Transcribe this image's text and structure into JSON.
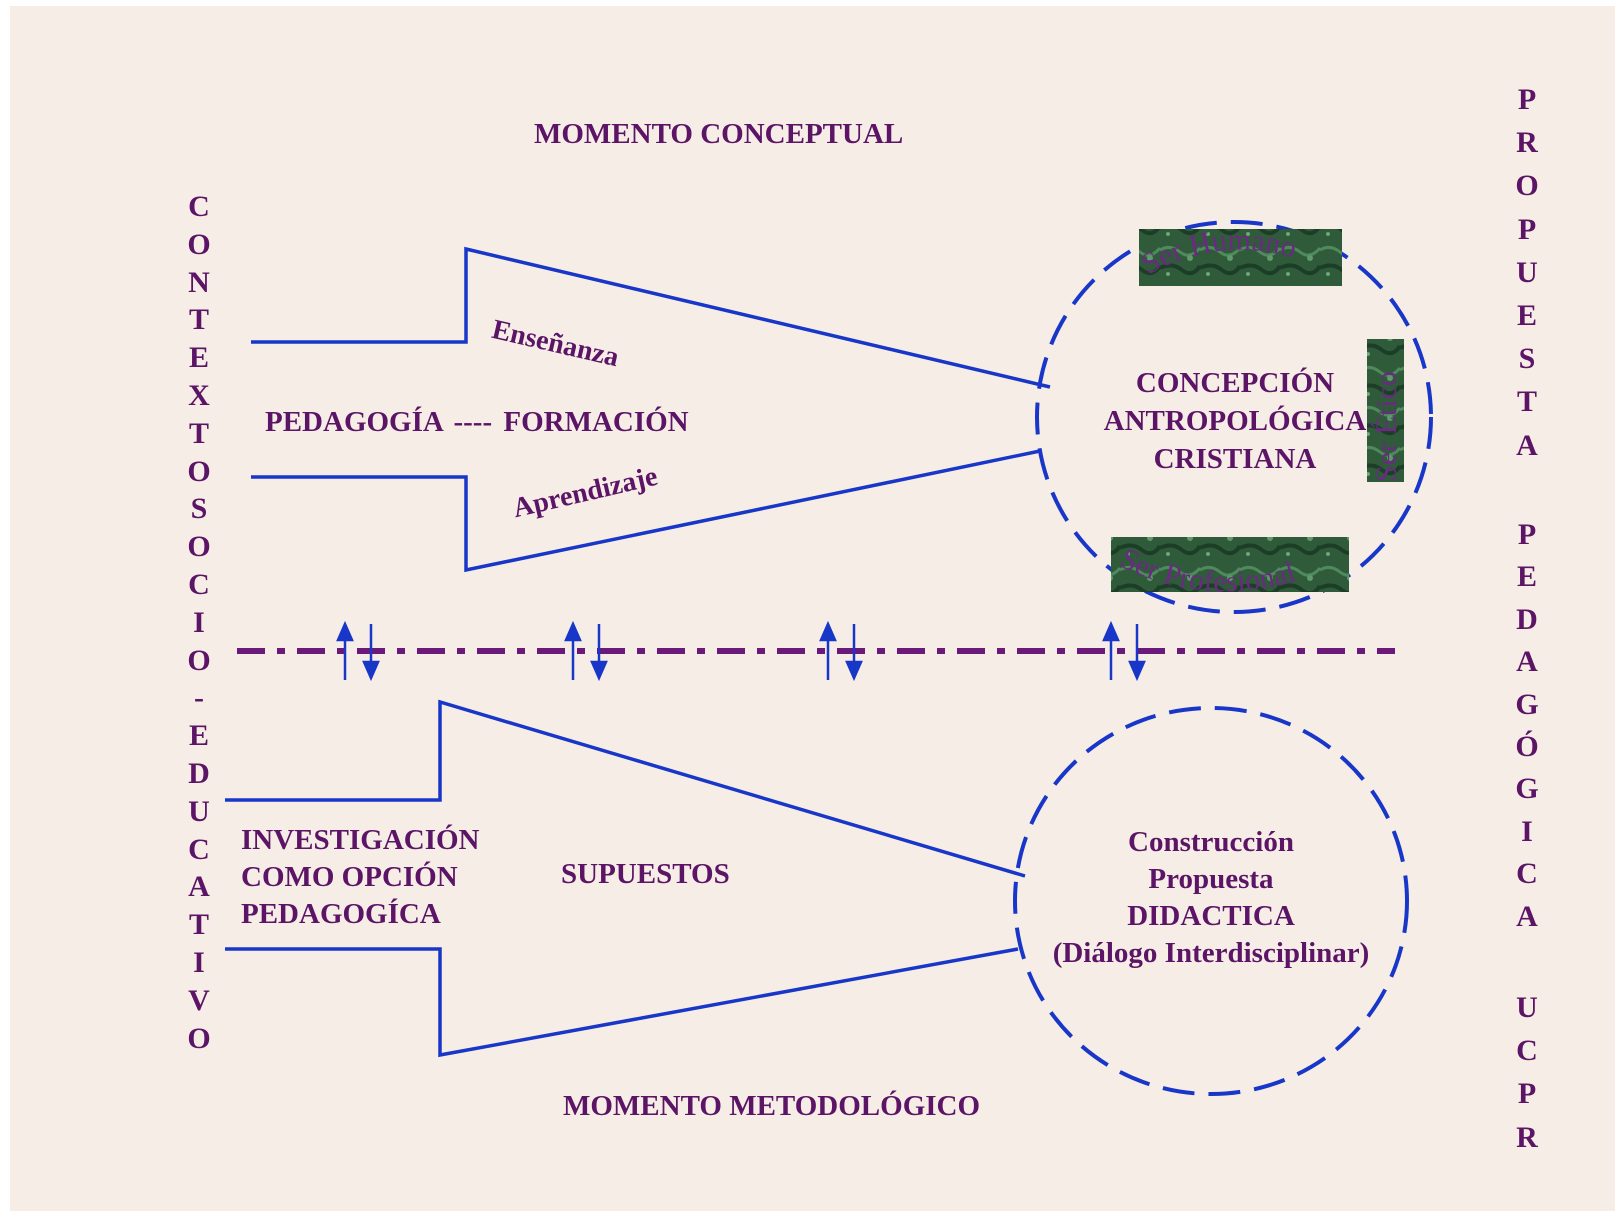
{
  "diagram": {
    "top_title": "MOMENTO CONCEPTUAL",
    "bottom_title": "MOMENTO METODOLÓGICO",
    "left_vertical": "CONTEXTOSOCIO-EDUCATIVO",
    "right_vertical_1": "PROPUESTA",
    "right_vertical_2": "PEDAGÓGICA",
    "right_vertical_3": "UCPR",
    "upper_arrow": {
      "center_label": "PEDAGOGÍA ---- FORMACIÓN",
      "upper_edge_label": "Enseñanza",
      "lower_edge_label": "Aprendizaje"
    },
    "upper_circle": {
      "line1": "CONCEPCIÓN",
      "line2": "ANTROPOLÓGICA",
      "line3": "CRISTIANA",
      "tile_top": "Ser Humano",
      "tile_right": "Ser Ético",
      "tile_bottom": "Ser Profesional"
    },
    "lower_arrow": {
      "left_line1": "INVESTIGACIÓN",
      "left_line2": "COMO OPCIÓN",
      "left_line3": "PEDAGOGÍCA",
      "center_label": "SUPUESTOS"
    },
    "lower_circle": {
      "line1": "Construcción",
      "line2": "Propuesta",
      "line3": "DIDACTICA",
      "line4": "(Diálogo Interdisciplinar)"
    },
    "colors": {
      "background": "#f6eee6",
      "text": "#5c1566",
      "lines": "#1836c8",
      "divider": "#6b1a7a",
      "tile": "#2e5a3a"
    }
  }
}
